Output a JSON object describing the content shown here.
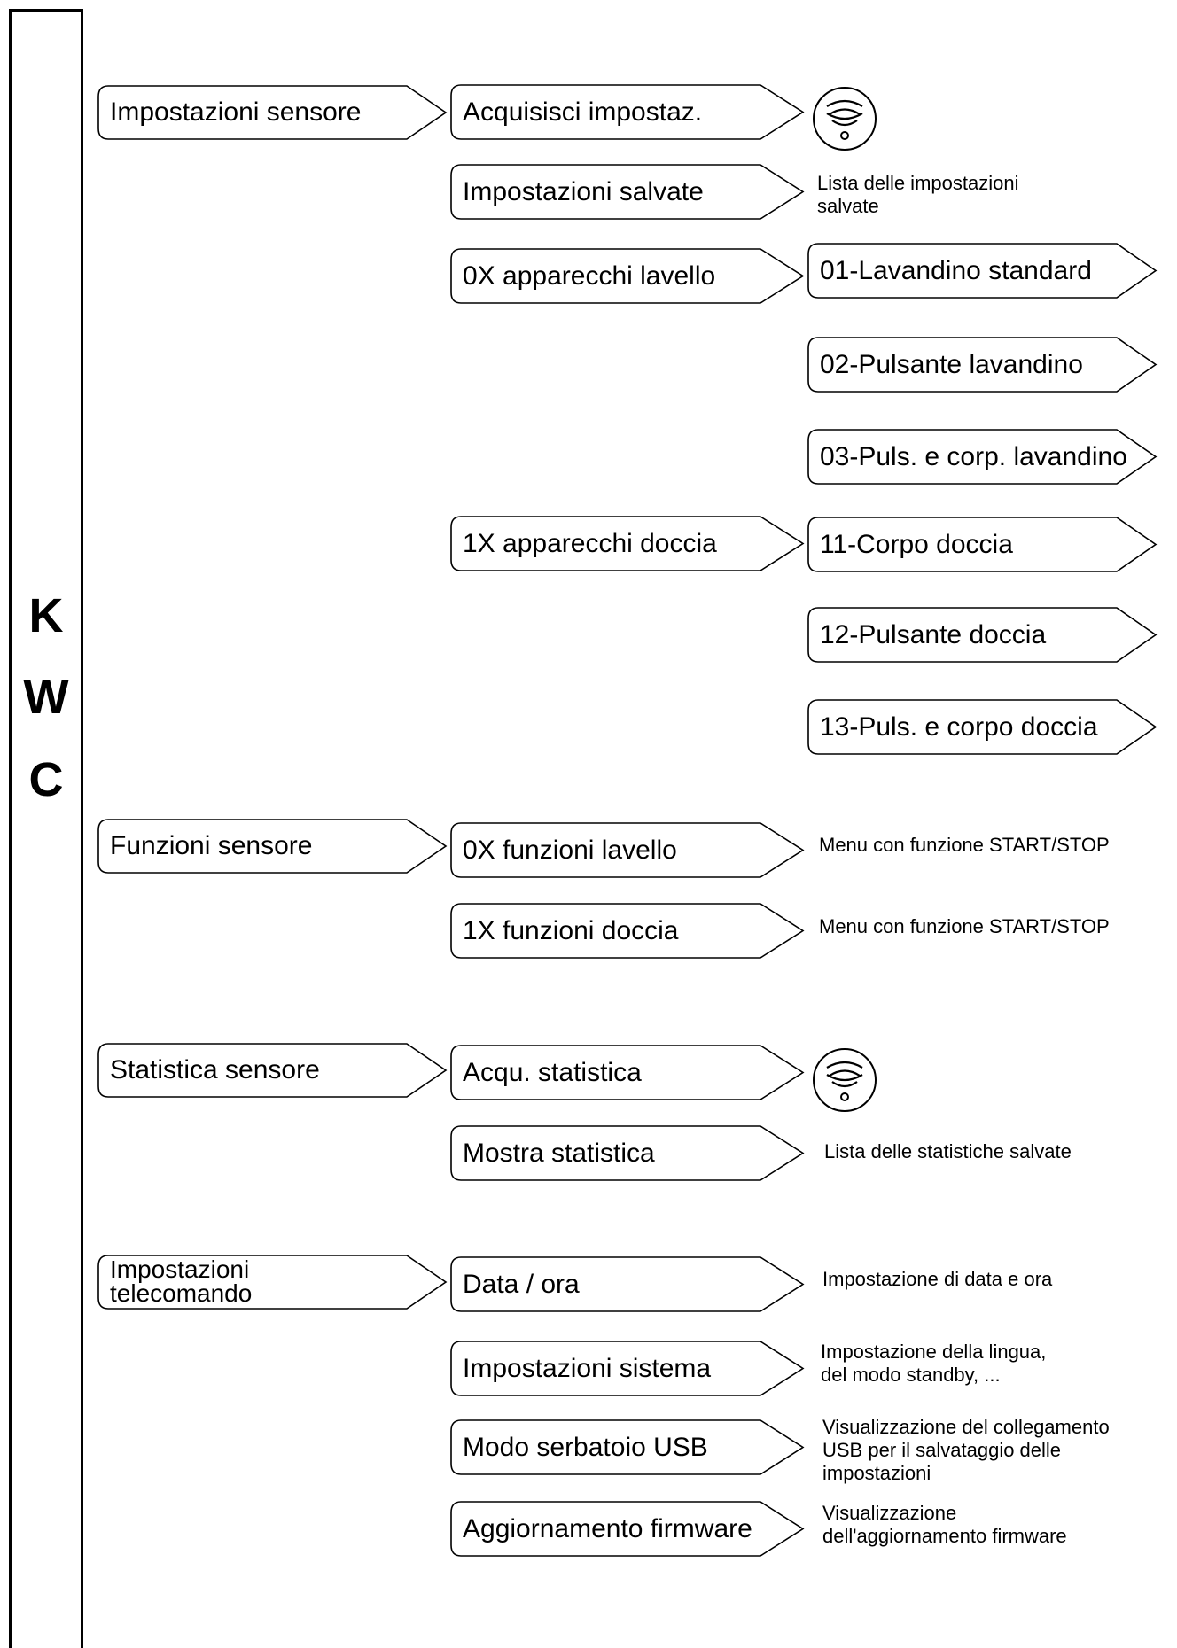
{
  "brand": [
    "K",
    "W",
    "C"
  ],
  "level1": [
    {
      "id": "impostazioni-sensore",
      "label": "Impostazioni sensore"
    },
    {
      "id": "funzioni-sensore",
      "label": "Funzioni sensore"
    },
    {
      "id": "statistica-sensore",
      "label": "Statistica sensore"
    },
    {
      "id": "impostazioni-telecomando",
      "label": "Impostazioni\ntelecomando"
    }
  ],
  "level2": [
    {
      "id": "acquisisci-impostaz",
      "label": "Acquisisci impostaz."
    },
    {
      "id": "impostazioni-salvate",
      "label": "Impostazioni salvate"
    },
    {
      "id": "apparecchi-lavello",
      "label": "0X apparecchi lavello"
    },
    {
      "id": "apparecchi-doccia",
      "label": "1X apparecchi doccia"
    },
    {
      "id": "funzioni-lavello",
      "label": "0X funzioni lavello"
    },
    {
      "id": "funzioni-doccia",
      "label": "1X funzioni doccia"
    },
    {
      "id": "acqu-statistica",
      "label": "Acqu. statistica"
    },
    {
      "id": "mostra-statistica",
      "label": "Mostra statistica"
    },
    {
      "id": "data-ora",
      "label": "Data / ora"
    },
    {
      "id": "impostazioni-sistema",
      "label": "Impostazioni sistema"
    },
    {
      "id": "modo-serbatoio-usb",
      "label": "Modo serbatoio USB"
    },
    {
      "id": "aggiornamento-firmware",
      "label": "Aggiornamento firmware"
    }
  ],
  "level3": [
    {
      "id": "lavandino-standard",
      "label": "01-Lavandino standard"
    },
    {
      "id": "pulsante-lavandino",
      "label": "02-Pulsante lavandino"
    },
    {
      "id": "puls-corp-lavandino",
      "label": "03-Puls. e corp. lavandino"
    },
    {
      "id": "corpo-doccia",
      "label": "11-Corpo doccia"
    },
    {
      "id": "pulsante-doccia",
      "label": "12-Pulsante doccia"
    },
    {
      "id": "puls-corpo-doccia",
      "label": "13-Puls. e corpo doccia"
    }
  ],
  "notes": [
    {
      "id": "lista-impostazioni",
      "text": "Lista delle impostazioni\nsalvate"
    },
    {
      "id": "menu-start-stop-lavello",
      "text": "Menu con funzione START/STOP"
    },
    {
      "id": "menu-start-stop-doccia",
      "text": "Menu con funzione START/STOP"
    },
    {
      "id": "lista-statistiche",
      "text": "Lista delle statistiche salvate"
    },
    {
      "id": "impostazione-data-ora",
      "text": "Impostazione di data e ora"
    },
    {
      "id": "impostazione-lingua",
      "text": "Impostazione della lingua,\ndel modo standby, ..."
    },
    {
      "id": "visualizzazione-usb",
      "text": "Visualizzazione del collegamento\nUSB per il salvataggio delle\nimpostazioni"
    },
    {
      "id": "visualizzazione-firmware",
      "text": "Visualizzazione\ndell'aggiornamento firmware"
    }
  ],
  "icons": [
    {
      "id": "sensor-icon-settings",
      "name": "sensor-signal-icon"
    },
    {
      "id": "sensor-icon-statistics",
      "name": "sensor-signal-icon"
    }
  ]
}
